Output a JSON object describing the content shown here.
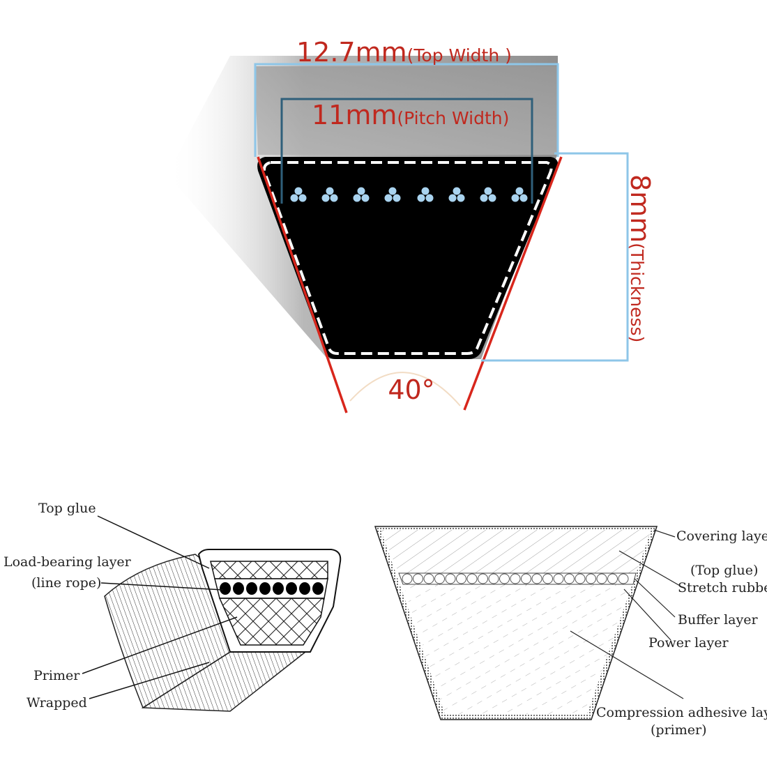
{
  "top_diagram": {
    "top_width": {
      "value": "12.7mm",
      "label": "(Top Width )"
    },
    "pitch_width": {
      "value": "11mm",
      "label": "(Pitch Width)"
    },
    "thickness": {
      "value": "8mm",
      "label": "(Thickness)"
    },
    "angle": "40°",
    "colors": {
      "dimension_text": "#c0281e",
      "belt_side": "#d8261c",
      "top_width_box": "#8ec6e8",
      "pitch_width_box": "#2f5f7a",
      "belt_body": "#000000",
      "cord": "#a9d3ef"
    }
  },
  "left_diagram": {
    "labels": {
      "top_glue": "Top glue",
      "load_bearing": "Load-bearing layer",
      "line_rope": "(line rope)",
      "primer": "Primer",
      "wrapped": "Wrapped"
    }
  },
  "right_diagram": {
    "labels": {
      "covering": "Covering layer",
      "top_glue": "(Top glue)",
      "stretch": "Stretch rubber",
      "buffer": "Buffer layer",
      "power": "Power layer",
      "compression": "Compression adhesive layer",
      "primer": "(primer)"
    }
  }
}
